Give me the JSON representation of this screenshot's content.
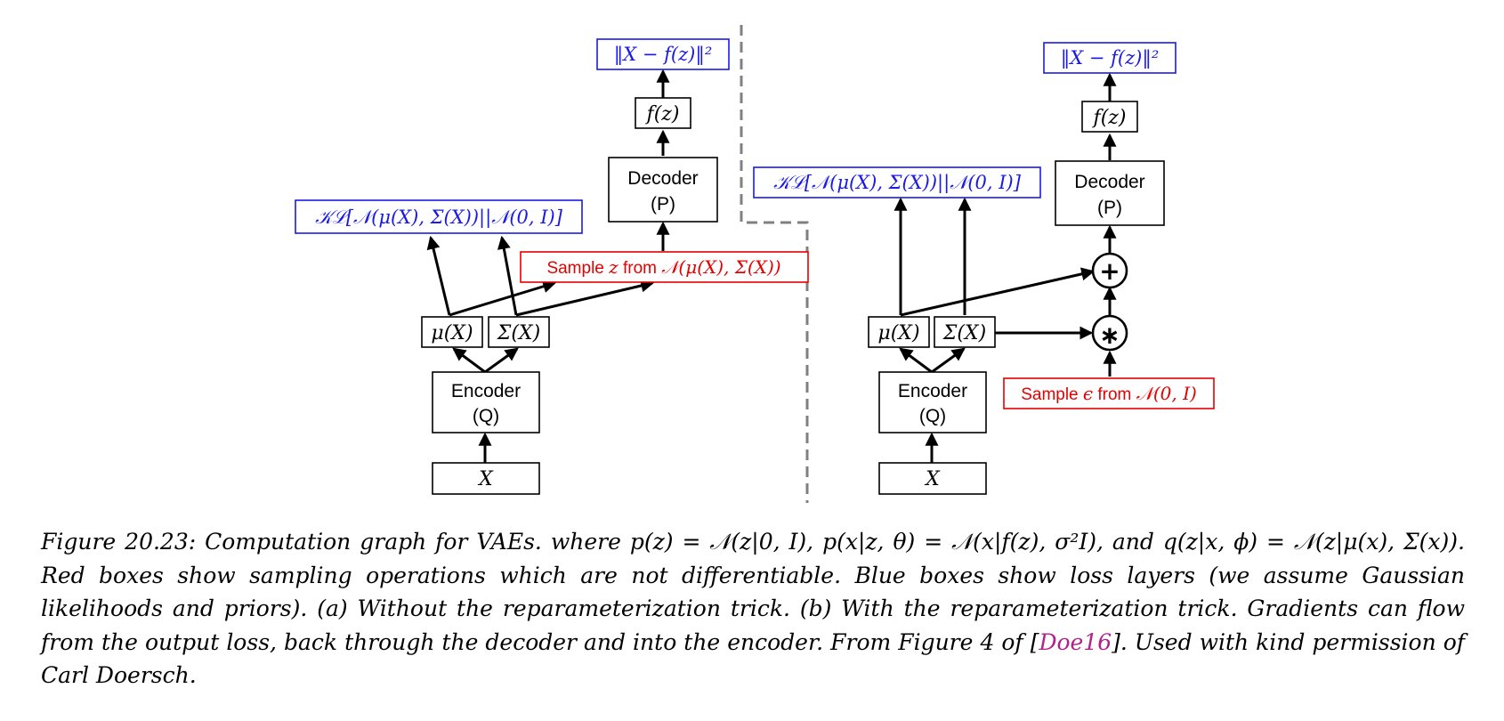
{
  "left": {
    "loss_recon": "‖X − f(z)‖²",
    "f_node": "f(z)",
    "decoder_title": "Decoder",
    "decoder_sub": "(P)",
    "kl_loss": "𝒦ℒ[𝒩(μ(X), Σ(X))||𝒩(0, I)]",
    "sample_prefix": "Sample ",
    "sample_var": "z",
    "sample_from": " from ",
    "sample_dist": "𝒩(μ(X), Σ(X))",
    "mu": "μ(X)",
    "sigma": "Σ(X)",
    "encoder_title": "Encoder",
    "encoder_sub": "(Q)",
    "input": "X"
  },
  "right": {
    "loss_recon": "‖X − f(z)‖²",
    "f_node": "f(z)",
    "decoder_title": "Decoder",
    "decoder_sub": "(P)",
    "kl_loss": "𝒦ℒ[𝒩(μ(X), Σ(X))||𝒩(0, I)]",
    "plus_op": "+",
    "times_op": "∗",
    "sample_prefix": "Sample ",
    "sample_var": "ϵ",
    "sample_from": " from ",
    "sample_dist": "𝒩(0, I)",
    "mu": "μ(X)",
    "sigma": "Σ(X)",
    "encoder_title": "Encoder",
    "encoder_sub": "(Q)",
    "input": "X"
  },
  "caption": {
    "text": "Figure 20.23: Computation graph for VAEs. where p(z) = 𝒩(z|0, I), p(x|z, θ) = 𝒩(x|f(z), σ²I), and q(z|x, ϕ) = 𝒩(z|μ(x), Σ(x)). Red boxes show sampling operations which are not differentiable. Blue boxes show loss layers (we assume Gaussian likelihoods and priors). (a) Without the reparameterization trick. (b) With the reparameterization trick. Gradients can flow from the output loss, back through the decoder and into the encoder. From Figure 4 of [",
    "ref": "Doe16",
    "tail": "]. Used with kind permission of Carl Doersch."
  },
  "colors": {
    "loss_box": "#1a1ae6",
    "sample_box": "#e60000",
    "divider": "#808080",
    "citation": "#b0228b"
  }
}
